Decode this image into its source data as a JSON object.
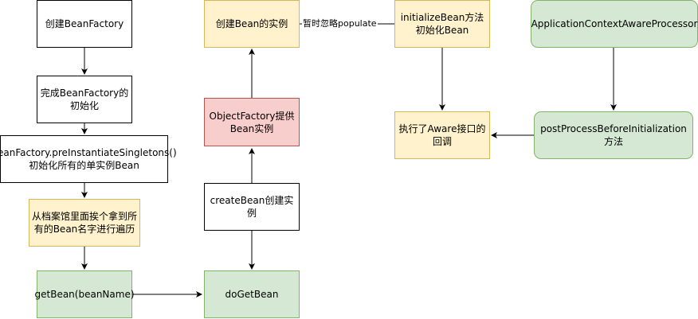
{
  "nodes": {
    "create_factory": "创建BeanFactory",
    "finish_factory": "完成BeanFactory的初始化",
    "pre_instantiate": "beanFactory.preInstantiateSingletons()\n初始化所有的单实例Bean",
    "iterate_names": "从档案馆里面挨个拿到所有的Bean名字进行遍历",
    "get_bean": "getBean(beanName)",
    "do_get_bean": "doGetBean",
    "create_bean": "createBean创建实例",
    "object_factory": "ObjectFactory提供Bean实例",
    "create_instance": "创建Bean的实例",
    "initialize_bean": "initializeBean方法初始化Bean",
    "aware_callback": "执行了Aware接口的回调",
    "aware_processor": "ApplicationContextAwareProcessor",
    "post_process": "postProcessBeforeInitialization方法"
  },
  "edge_labels": {
    "ignore_populate": "暂时忽略populate"
  },
  "colors": {
    "stroke": "#000000",
    "yellow_fill": "#fff2cc",
    "green_fill": "#d5e8d4",
    "red_fill": "#f8cecc"
  }
}
